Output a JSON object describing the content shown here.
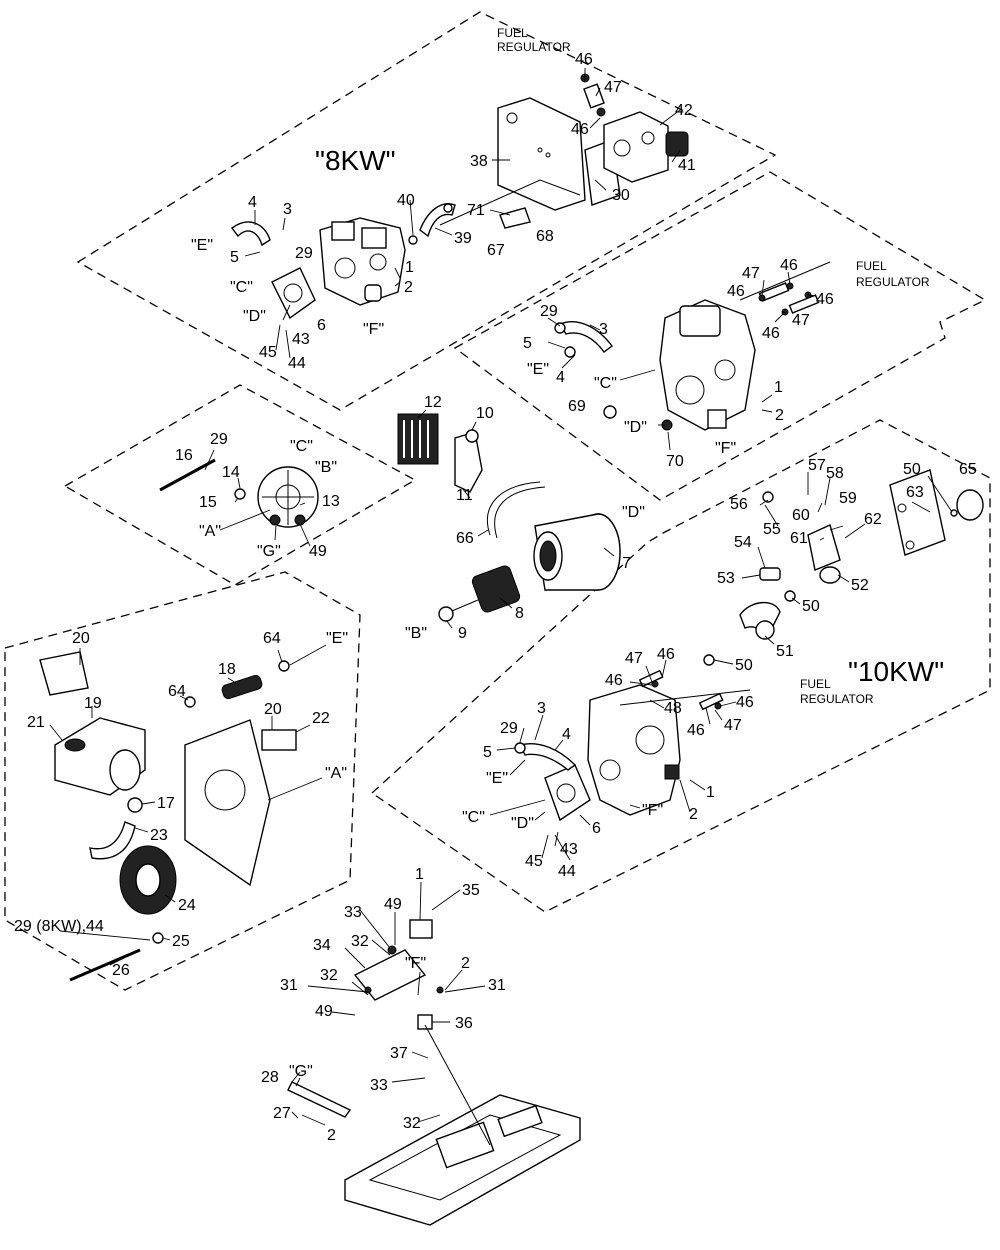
{
  "groups": {
    "kw8": "\"8KW\"",
    "kw10": "\"10KW\""
  },
  "notes": {
    "fuel_regulator_line1": "FUEL",
    "fuel_regulator_line2": "REGULATOR",
    "fuel_regulator_inline": "FUEL REGULATOR",
    "note_29_8kw_44": "29 (8KW),44"
  },
  "callouts": [
    {
      "id": "c46a",
      "text": "46"
    },
    {
      "id": "c47a",
      "text": "47"
    },
    {
      "id": "c46b",
      "text": "46"
    },
    {
      "id": "c42a",
      "text": "42"
    },
    {
      "id": "c41",
      "text": "41"
    },
    {
      "id": "c38",
      "text": "38"
    },
    {
      "id": "c30",
      "text": "30"
    },
    {
      "id": "c40",
      "text": "40"
    },
    {
      "id": "c71",
      "text": "71"
    },
    {
      "id": "c39",
      "text": "39"
    },
    {
      "id": "c67",
      "text": "67"
    },
    {
      "id": "c68",
      "text": "68"
    },
    {
      "id": "c4a",
      "text": "4"
    },
    {
      "id": "c3a",
      "text": "3"
    },
    {
      "id": "cEa",
      "text": "\"E\""
    },
    {
      "id": "c5a",
      "text": "5"
    },
    {
      "id": "c29a",
      "text": "29"
    },
    {
      "id": "c1a",
      "text": "1"
    },
    {
      "id": "c2a",
      "text": "2"
    },
    {
      "id": "cCa",
      "text": "\"C\""
    },
    {
      "id": "cDa",
      "text": "\"D\""
    },
    {
      "id": "c6a",
      "text": "6"
    },
    {
      "id": "cFa",
      "text": "\"F\""
    },
    {
      "id": "c43a",
      "text": "43"
    },
    {
      "id": "c45a",
      "text": "45"
    },
    {
      "id": "c44a",
      "text": "44"
    },
    {
      "id": "c47b",
      "text": "47"
    },
    {
      "id": "c46c",
      "text": "46"
    },
    {
      "id": "c46d",
      "text": "46"
    },
    {
      "id": "c46e",
      "text": "46"
    },
    {
      "id": "c46f",
      "text": "46"
    },
    {
      "id": "c47c",
      "text": "47"
    },
    {
      "id": "c29b",
      "text": "29"
    },
    {
      "id": "c3b",
      "text": "3"
    },
    {
      "id": "c5b",
      "text": "5"
    },
    {
      "id": "cEb",
      "text": "\"E\""
    },
    {
      "id": "c4b",
      "text": "4"
    },
    {
      "id": "cCb",
      "text": "\"C\""
    },
    {
      "id": "c69",
      "text": "69"
    },
    {
      "id": "c1b",
      "text": "1"
    },
    {
      "id": "c2b",
      "text": "2"
    },
    {
      "id": "cDb",
      "text": "\"D\""
    },
    {
      "id": "c70",
      "text": "70"
    },
    {
      "id": "cFb",
      "text": "\"F\""
    },
    {
      "id": "c12",
      "text": "12"
    },
    {
      "id": "c10",
      "text": "10"
    },
    {
      "id": "c11",
      "text": "11"
    },
    {
      "id": "cDc",
      "text": "\"D\""
    },
    {
      "id": "c66",
      "text": "66"
    },
    {
      "id": "c7",
      "text": "7"
    },
    {
      "id": "c8",
      "text": "8"
    },
    {
      "id": "cBa",
      "text": "\"B\""
    },
    {
      "id": "c9",
      "text": "9"
    },
    {
      "id": "c29c",
      "text": "29"
    },
    {
      "id": "cCc",
      "text": "\"C\""
    },
    {
      "id": "c16",
      "text": "16"
    },
    {
      "id": "c14",
      "text": "14"
    },
    {
      "id": "cBb",
      "text": "\"B\""
    },
    {
      "id": "c15",
      "text": "15"
    },
    {
      "id": "c13",
      "text": "13"
    },
    {
      "id": "cAa",
      "text": "\"A\""
    },
    {
      "id": "cGa",
      "text": "\"G\""
    },
    {
      "id": "c49a",
      "text": "49"
    },
    {
      "id": "c57",
      "text": "57"
    },
    {
      "id": "c58",
      "text": "58"
    },
    {
      "id": "c50a",
      "text": "50"
    },
    {
      "id": "c65",
      "text": "65"
    },
    {
      "id": "c56",
      "text": "56"
    },
    {
      "id": "c60",
      "text": "60"
    },
    {
      "id": "c59",
      "text": "59"
    },
    {
      "id": "c63",
      "text": "63"
    },
    {
      "id": "c55",
      "text": "55"
    },
    {
      "id": "c61",
      "text": "61"
    },
    {
      "id": "c62",
      "text": "62"
    },
    {
      "id": "c54",
      "text": "54"
    },
    {
      "id": "c53",
      "text": "53"
    },
    {
      "id": "c52",
      "text": "52"
    },
    {
      "id": "c50b",
      "text": "50"
    },
    {
      "id": "c51",
      "text": "51"
    },
    {
      "id": "c50c",
      "text": "50"
    },
    {
      "id": "c47d",
      "text": "47"
    },
    {
      "id": "c46g",
      "text": "46"
    },
    {
      "id": "c46h",
      "text": "46"
    },
    {
      "id": "c48",
      "text": "48"
    },
    {
      "id": "c46i",
      "text": "46"
    },
    {
      "id": "c46j",
      "text": "46"
    },
    {
      "id": "c47e",
      "text": "47"
    },
    {
      "id": "c3c",
      "text": "3"
    },
    {
      "id": "c29d",
      "text": "29"
    },
    {
      "id": "c4c",
      "text": "4"
    },
    {
      "id": "c5c",
      "text": "5"
    },
    {
      "id": "cEc",
      "text": "\"E\""
    },
    {
      "id": "c1c",
      "text": "1"
    },
    {
      "id": "c2c",
      "text": "2"
    },
    {
      "id": "cCd",
      "text": "\"C\""
    },
    {
      "id": "cDd",
      "text": "\"D\""
    },
    {
      "id": "cFc",
      "text": "\"F\""
    },
    {
      "id": "c6b",
      "text": "6"
    },
    {
      "id": "c43b",
      "text": "43"
    },
    {
      "id": "c45b",
      "text": "45"
    },
    {
      "id": "c44b",
      "text": "44"
    },
    {
      "id": "c20a",
      "text": "20"
    },
    {
      "id": "c64a",
      "text": "64"
    },
    {
      "id": "cEd",
      "text": "\"E\""
    },
    {
      "id": "c19",
      "text": "19"
    },
    {
      "id": "c18",
      "text": "18"
    },
    {
      "id": "c64b",
      "text": "64"
    },
    {
      "id": "c20b",
      "text": "20"
    },
    {
      "id": "c22",
      "text": "22"
    },
    {
      "id": "c21",
      "text": "21"
    },
    {
      "id": "cAb",
      "text": "\"A\""
    },
    {
      "id": "c17",
      "text": "17"
    },
    {
      "id": "c23",
      "text": "23"
    },
    {
      "id": "c24",
      "text": "24"
    },
    {
      "id": "c25",
      "text": "25"
    },
    {
      "id": "c26",
      "text": "26"
    },
    {
      "id": "c1d",
      "text": "1"
    },
    {
      "id": "c35",
      "text": "35"
    },
    {
      "id": "c33a",
      "text": "33"
    },
    {
      "id": "c49b",
      "text": "49"
    },
    {
      "id": "c32a",
      "text": "32"
    },
    {
      "id": "c34",
      "text": "34"
    },
    {
      "id": "cFd",
      "text": "\"F\""
    },
    {
      "id": "c2d",
      "text": "2"
    },
    {
      "id": "c32b",
      "text": "32"
    },
    {
      "id": "c31a",
      "text": "31"
    },
    {
      "id": "c31b",
      "text": "31"
    },
    {
      "id": "c49c",
      "text": "49"
    },
    {
      "id": "c36",
      "text": "36"
    },
    {
      "id": "c37",
      "text": "37"
    },
    {
      "id": "c33b",
      "text": "33"
    },
    {
      "id": "c28",
      "text": "28"
    },
    {
      "id": "cGb",
      "text": "\"G\""
    },
    {
      "id": "c32c",
      "text": "32"
    },
    {
      "id": "c27",
      "text": "27"
    },
    {
      "id": "c2e",
      "text": "2"
    }
  ]
}
